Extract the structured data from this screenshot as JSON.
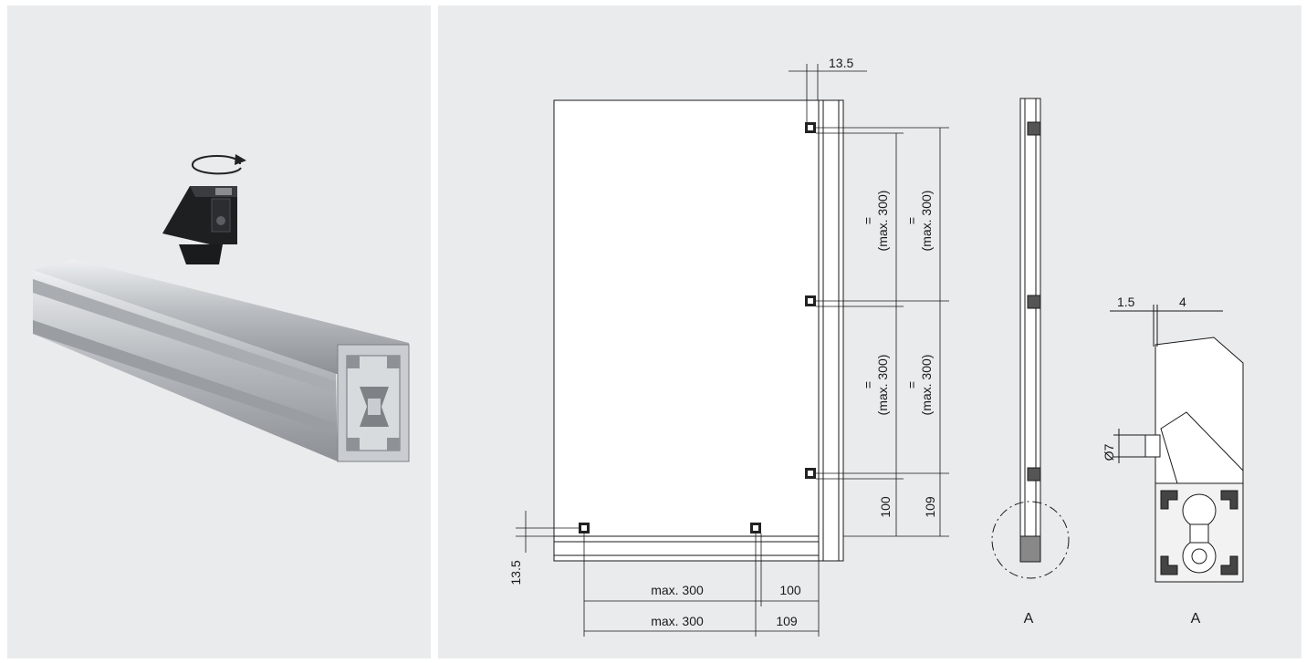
{
  "left": {
    "rotate_icon": "rotate-arrow-icon"
  },
  "drawing": {
    "dim_top_offset": "13.5",
    "dim_vert_upper_inner": "=",
    "dim_vert_upper_inner_sub": "(max. 300)",
    "dim_vert_upper_outer": "=",
    "dim_vert_upper_outer_sub": "(max. 300)",
    "dim_vert_lower_inner": "=",
    "dim_vert_lower_inner_sub": "(max. 300)",
    "dim_vert_lower_outer": "=",
    "dim_vert_lower_outer_sub": "(max. 300)",
    "dim_vert_bottom_inner": "100",
    "dim_vert_bottom_outer": "109",
    "dim_left_offset": "13.5",
    "dim_horiz_inner_main": "max. 300",
    "dim_horiz_inner_end": "100",
    "dim_horiz_outer_main": "max. 300",
    "dim_horiz_outer_end": "109",
    "side_view_label": "A",
    "detail_label": "A",
    "detail_dim_a": "1.5",
    "detail_dim_b": "4",
    "detail_dim_dia": "Ø7"
  }
}
